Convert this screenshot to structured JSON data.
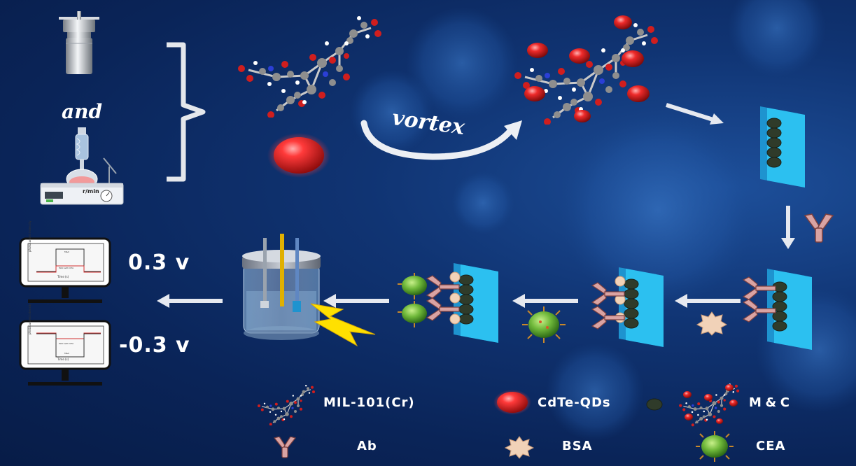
{
  "labels": {
    "and": "and",
    "vortex": "vortex",
    "voltage_positive": "0.3 v",
    "voltage_negative": "-0.3 v",
    "stirrer_display": "r/min"
  },
  "plot_labels": {
    "ylabel": "photocurrent intensity",
    "xlabel": "Time (s)",
    "top_trace_a": "M&C",
    "top_trace_b": "MAC with CEA",
    "bottom_trace_a": "MAC with CEA",
    "bottom_trace_b": "M&C"
  },
  "legend": [
    {
      "key": "mil",
      "label": "MIL-101(Cr)"
    },
    {
      "key": "qd",
      "label": "CdTe-QDs"
    },
    {
      "key": "mc",
      "label": "M & C"
    },
    {
      "key": "ab",
      "label": "Ab"
    },
    {
      "key": "bsa",
      "label": "BSA"
    },
    {
      "key": "cea",
      "label": "CEA"
    }
  ],
  "colors": {
    "background": "#0a2458",
    "electrode": "#29b6e8",
    "quantum_dot": "#d42a2a",
    "mc_bead": "#2f3b2a",
    "antibody": "#d9a3a3",
    "bsa": "#f1d2b8",
    "cea": "#6fb83a",
    "arrow": "#e6e9f0",
    "lightning": "#ffe000"
  }
}
